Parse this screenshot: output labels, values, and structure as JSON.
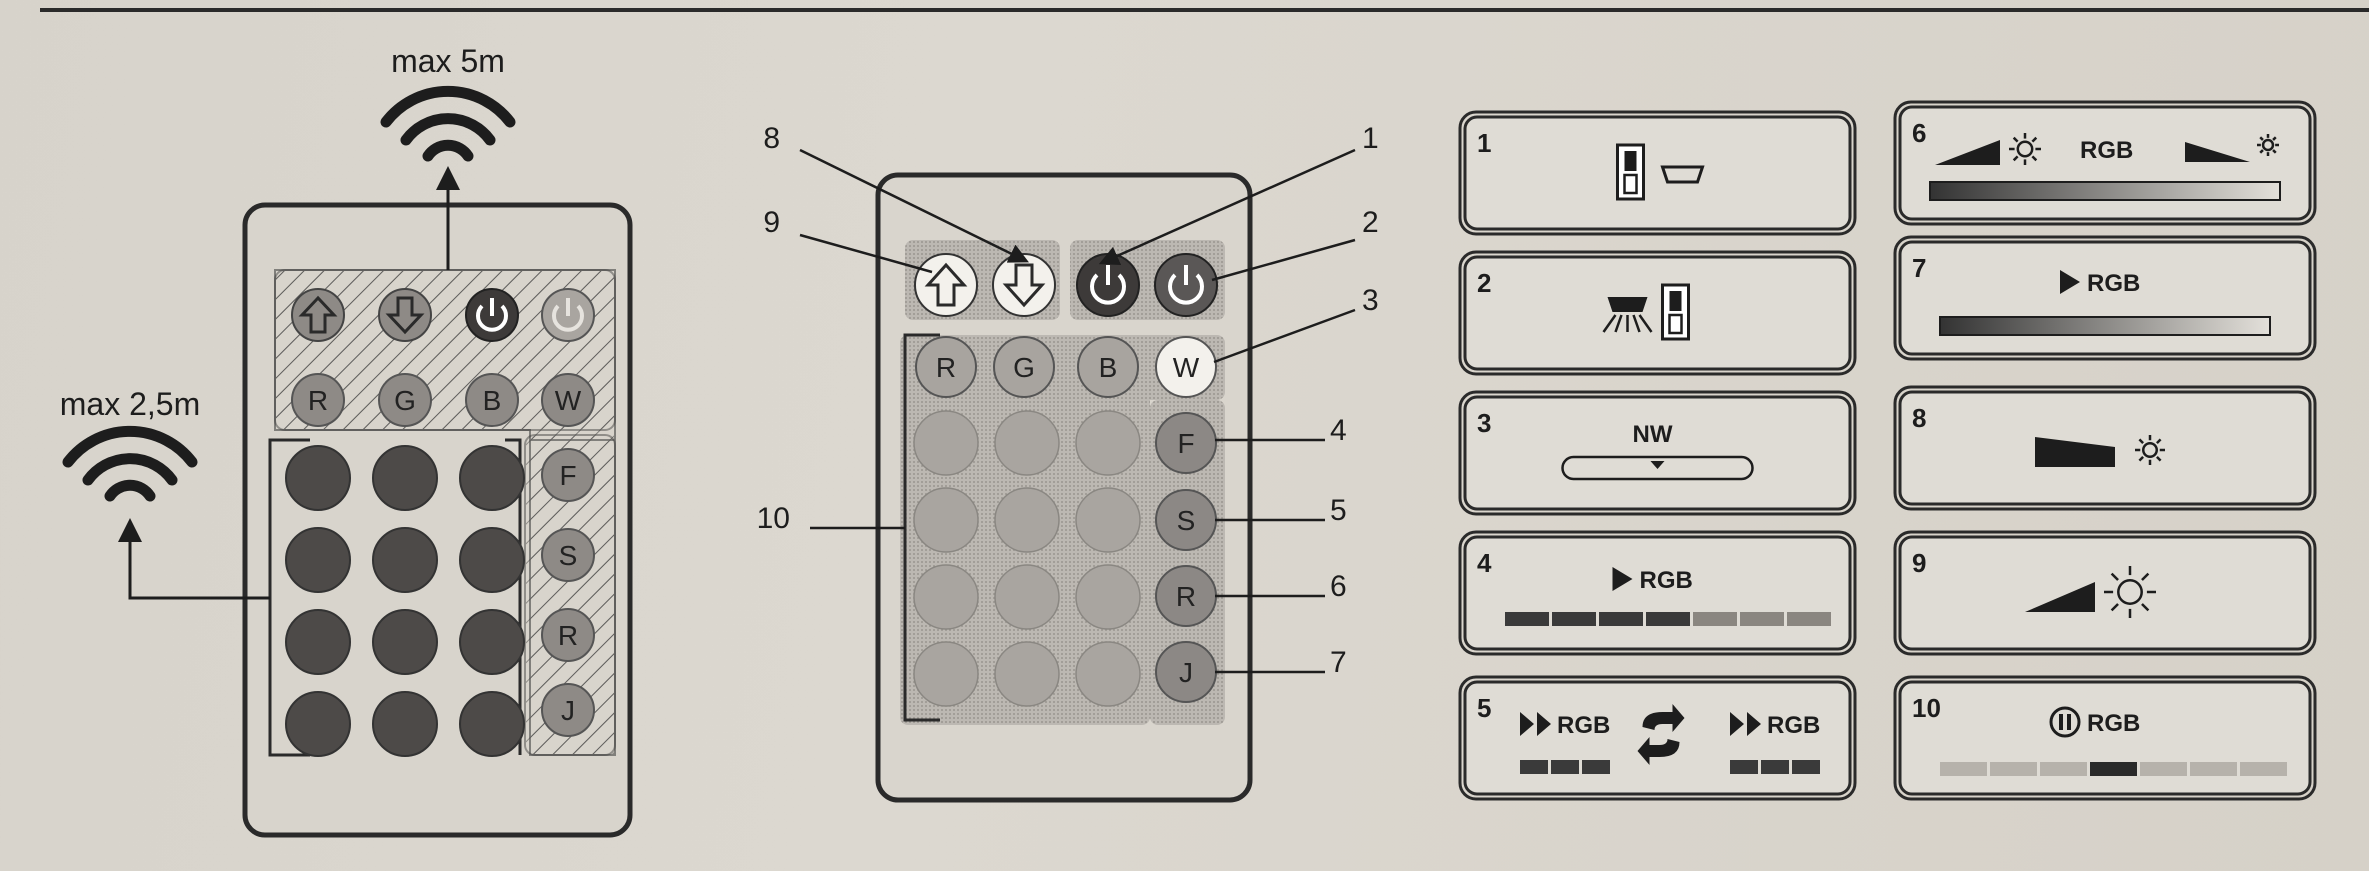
{
  "range": {
    "long": "max 5m",
    "short": "max 2,5m"
  },
  "remote_left": {
    "top_row": [
      "up-arrow-icon",
      "down-arrow-icon",
      "power-dark-icon",
      "power-light-icon"
    ],
    "color_row": [
      "R",
      "G",
      "B",
      "W"
    ],
    "side_column": [
      "F",
      "S",
      "R",
      "J"
    ],
    "grid_rows": 4,
    "grid_cols": 3
  },
  "remote_right": {
    "top_row": [
      "up-arrow-icon",
      "down-arrow-icon",
      "power-dark-icon",
      "power-dark-icon"
    ],
    "color_row": [
      "R",
      "G",
      "B",
      "W"
    ],
    "side_column": [
      "F",
      "S",
      "R",
      "J"
    ],
    "grid_rows": 4,
    "grid_cols": 3,
    "callouts": [
      "1",
      "2",
      "3",
      "4",
      "5",
      "6",
      "7",
      "8",
      "9",
      "10"
    ]
  },
  "panels": [
    {
      "num": "1",
      "text": ""
    },
    {
      "num": "2",
      "text": ""
    },
    {
      "num": "3",
      "text": "NW"
    },
    {
      "num": "4",
      "text": "RGB"
    },
    {
      "num": "5",
      "text": "RGB",
      "text2": "RGB"
    },
    {
      "num": "6",
      "text": "RGB"
    },
    {
      "num": "7",
      "text": "RGB"
    },
    {
      "num": "8",
      "text": ""
    },
    {
      "num": "9",
      "text": ""
    },
    {
      "num": "10",
      "text": "RGB"
    }
  ],
  "colors": {
    "ink": "#1d1d1d",
    "dark_button": "#4a4746",
    "mid_button": "#8c8885",
    "light_button": "#b3afaa"
  }
}
